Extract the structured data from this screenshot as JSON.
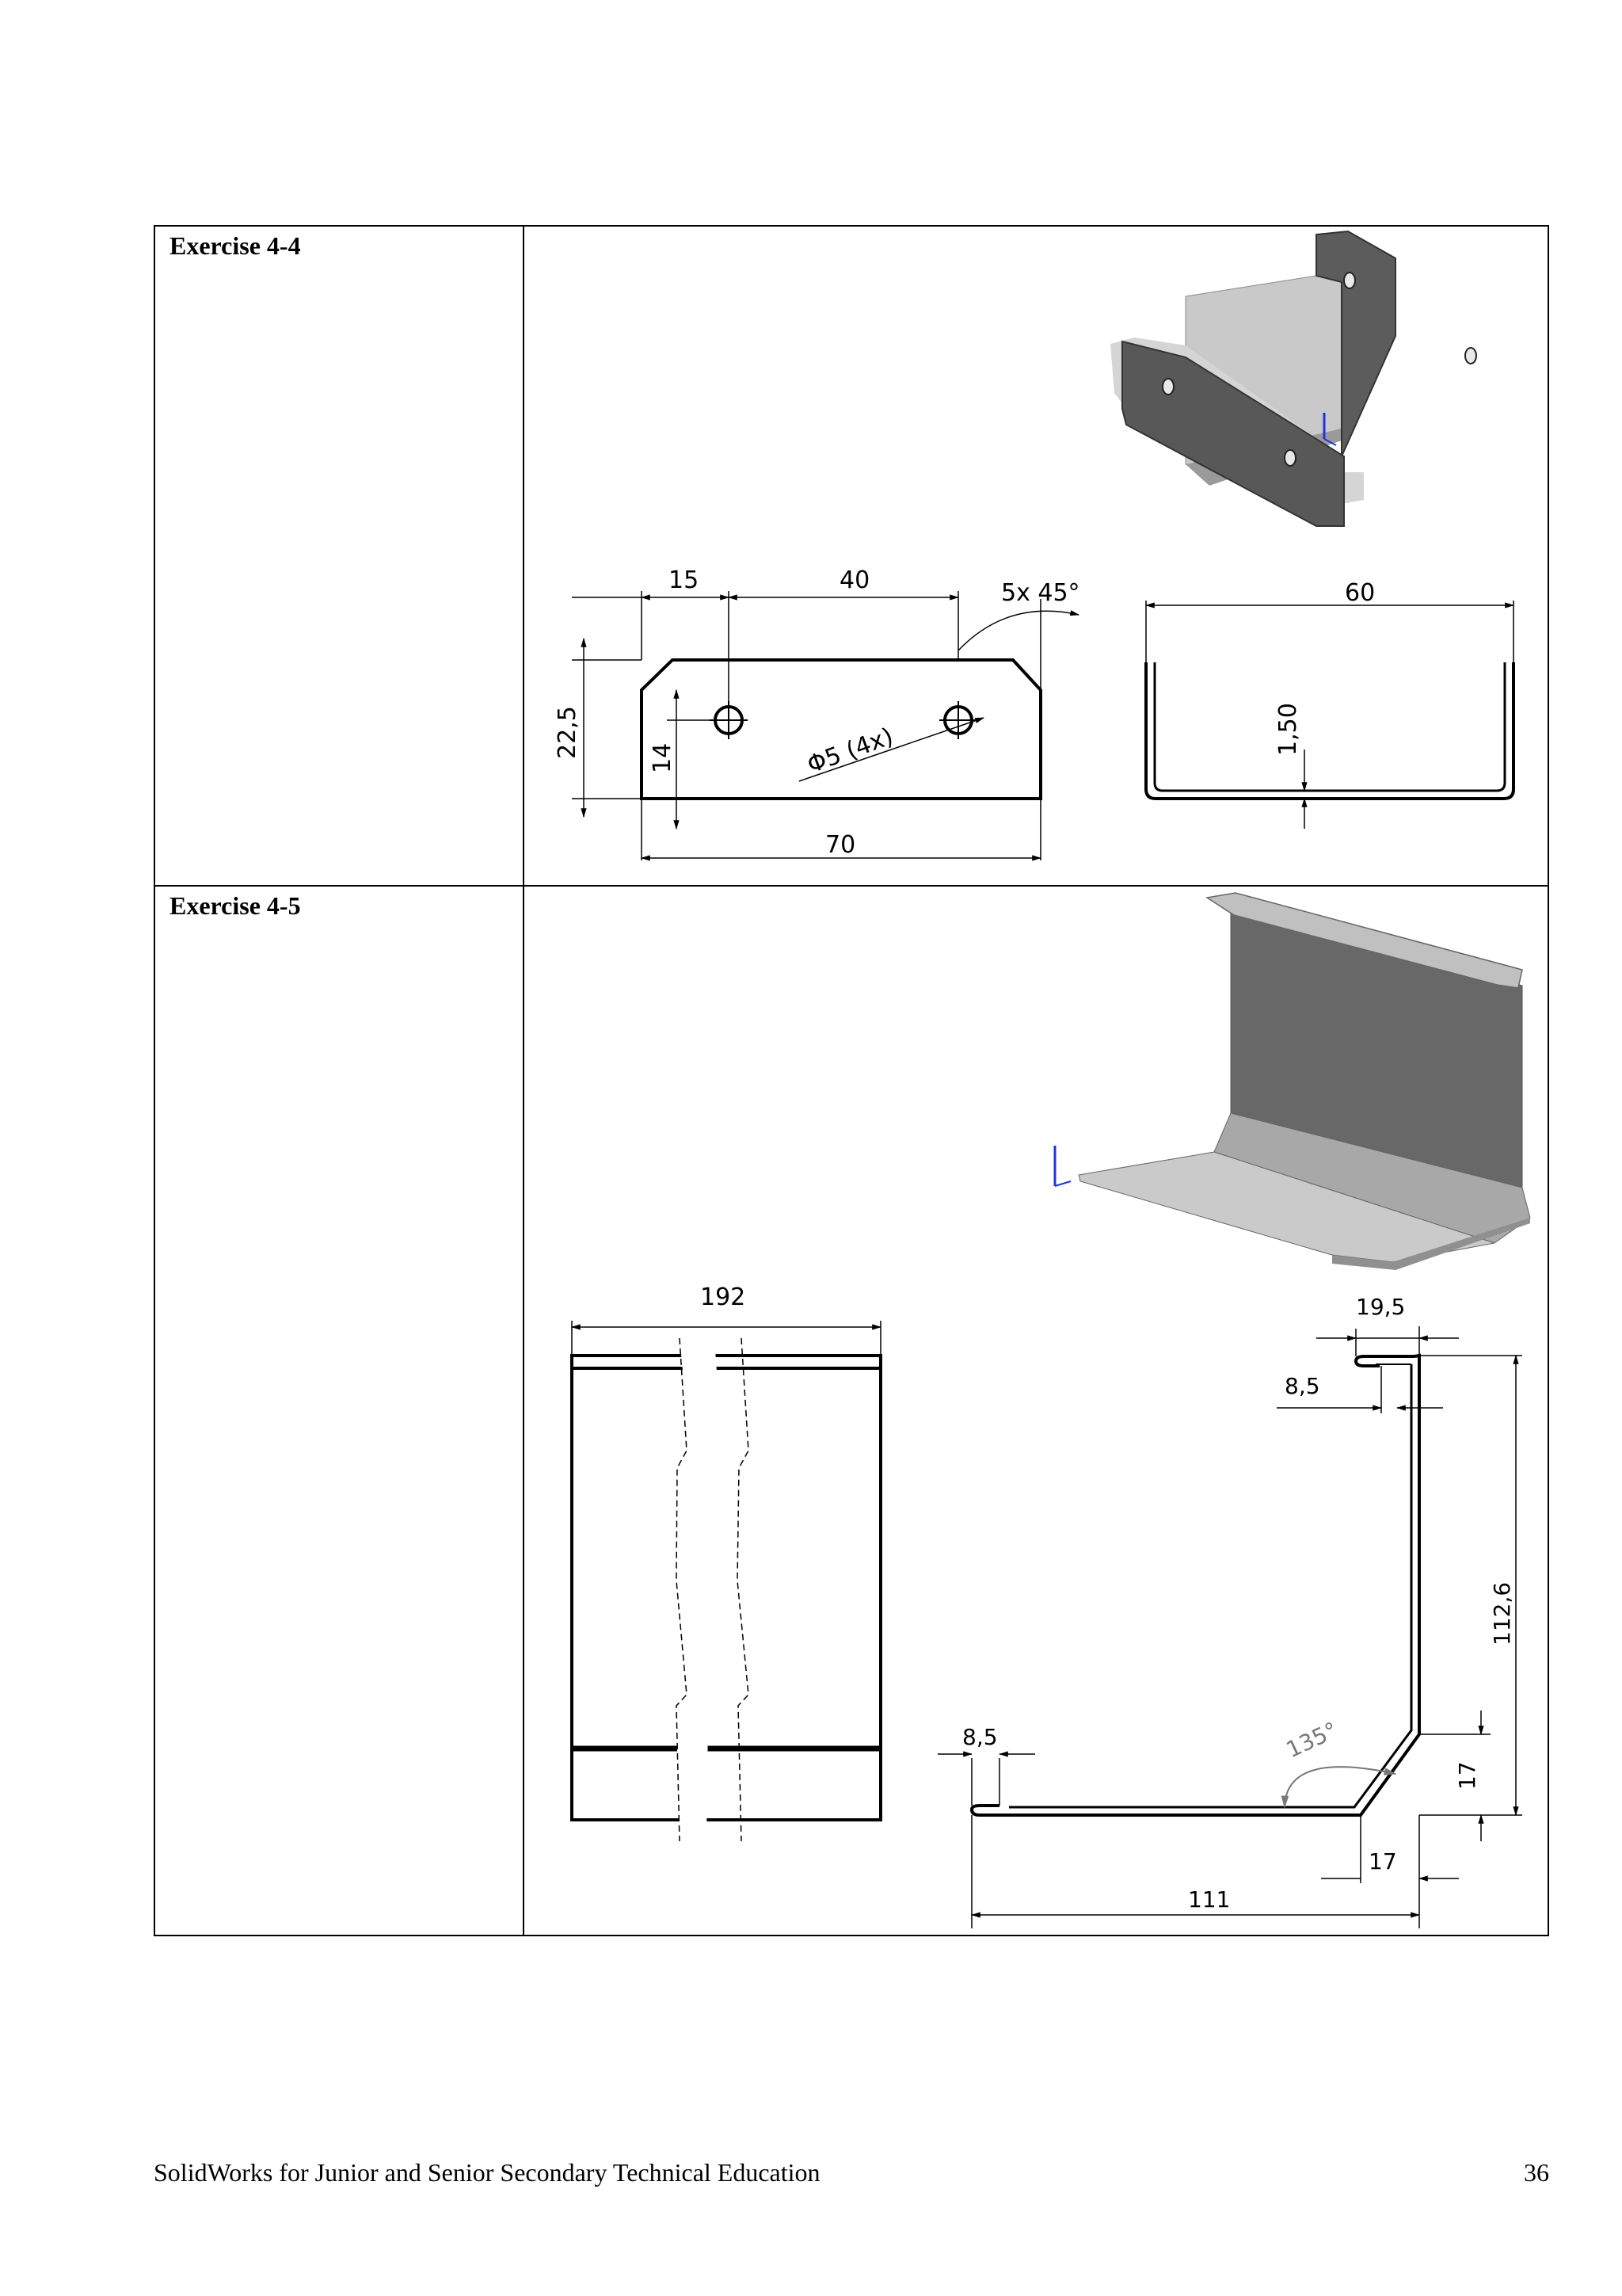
{
  "exercises": [
    {
      "label": "Exercise 4-4",
      "dimensions": {
        "d15": "15",
        "d40": "40",
        "chamfer": "5x 45°",
        "d22_5": "22,5",
        "d14": "14",
        "hole": "Φ5 (4x)",
        "d70": "70",
        "d60": "60",
        "d1_50": "1,50"
      }
    },
    {
      "label": "Exercise 4-5",
      "dimensions": {
        "d192": "192",
        "d19_5": "19,5",
        "d8_5_top": "8,5",
        "d112_6": "112,6",
        "d8_5_bottom": "8,5",
        "angle": "135°",
        "d17_vert": "17",
        "d17_horiz": "17",
        "d111": "111"
      }
    }
  ],
  "footer": {
    "title": "SolidWorks for Junior and Senior Secondary Technical Education",
    "page_number": "36"
  }
}
